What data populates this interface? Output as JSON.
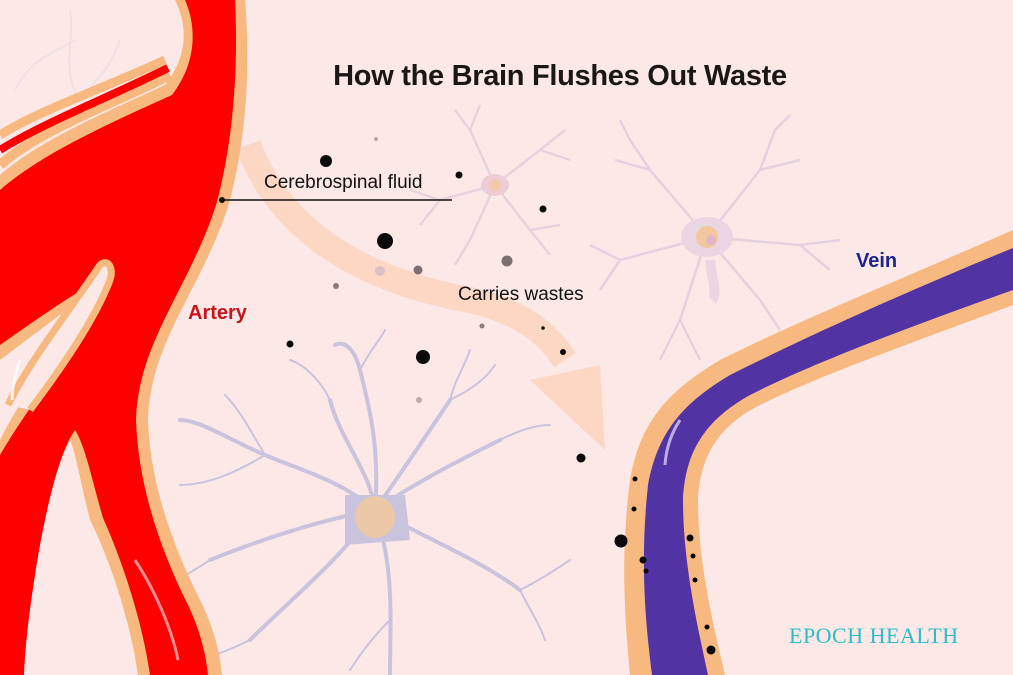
{
  "title": "How the Brain Flushes Out Waste",
  "labels": {
    "cerebrospinal_fluid": "Cerebrospinal fluid",
    "carries_wastes": "Carries wastes",
    "artery": "Artery",
    "vein": "Vein"
  },
  "brand": "EPOCH HEALTH",
  "colors": {
    "background": "#fde8e8",
    "artery": "#ff0000",
    "vessel_wall": "#f7b980",
    "vein": "#5233a4",
    "neuron": "#c9c3dd",
    "flow_arrow": "#fcd4bd",
    "artery_label": "#c8141c",
    "vein_label": "#1c2490",
    "brand": "#2bbcc8"
  },
  "icons": {
    "flow": "curved-arrow",
    "waste": "dot"
  }
}
